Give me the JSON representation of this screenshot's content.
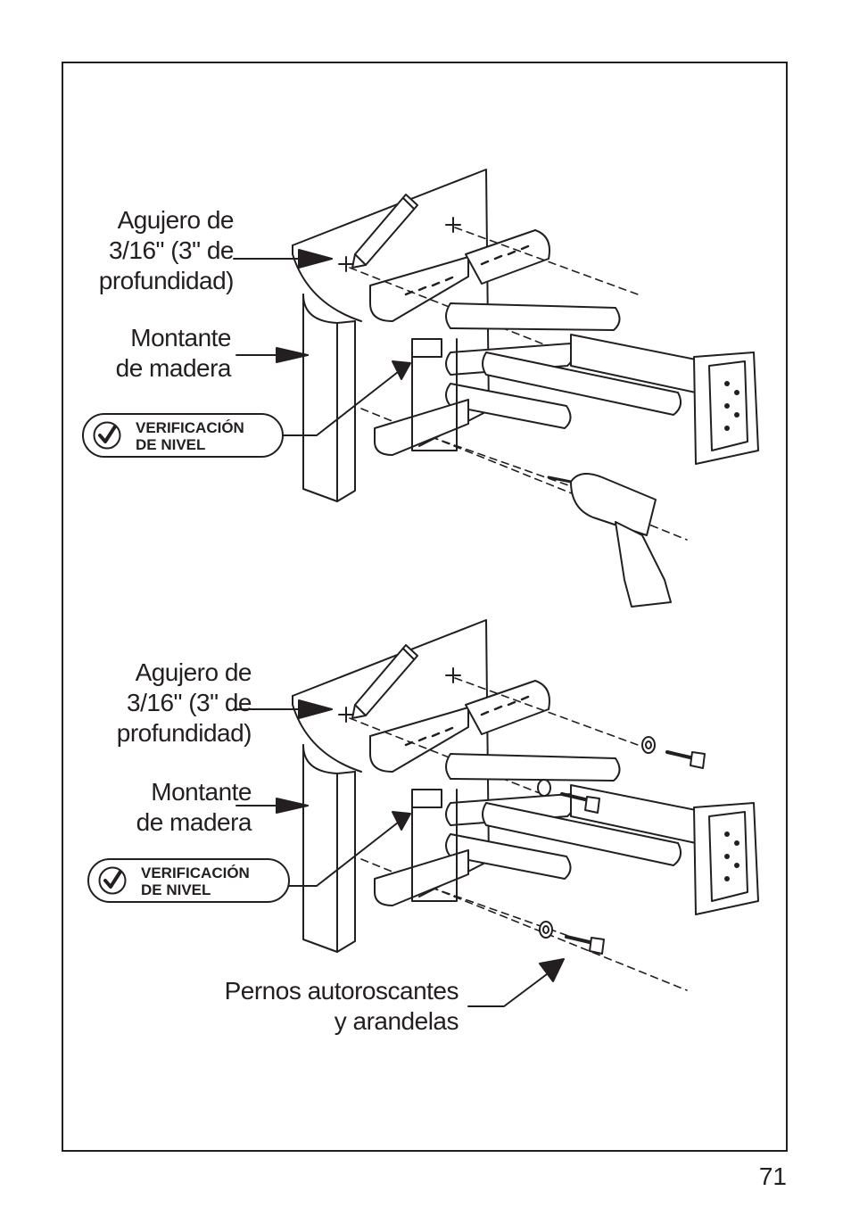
{
  "diagram1": {
    "hole_label": [
      "Agujero de",
      "3/16\" (3\" de",
      "profundidad)"
    ],
    "stud_label": [
      "Montante",
      "de madera"
    ],
    "level_badge": [
      "VERIFICACIÓN",
      "DE NIVEL"
    ]
  },
  "diagram2": {
    "hole_label": [
      "Agujero de",
      "3/16\" (3\" de",
      "profundidad)"
    ],
    "stud_label": [
      "Montante",
      "de madera"
    ],
    "level_badge": [
      "VERIFICACIÓN",
      "DE NIVEL"
    ],
    "bolts_label": [
      "Pernos autoroscantes",
      "y arandelas"
    ]
  },
  "page_number": "71",
  "icons": [
    "check-icon",
    "pencil-icon",
    "drill-icon",
    "lag-bolt-icon",
    "washer-icon"
  ],
  "colors": {
    "ink": "#231f20",
    "paper": "#ffffff"
  }
}
